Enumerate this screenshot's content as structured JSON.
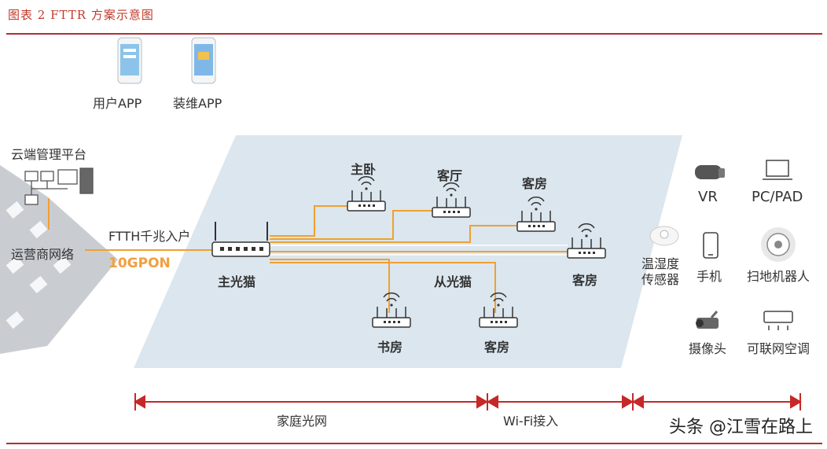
{
  "figure": {
    "title": "图表 2 FTTR 方案示意图"
  },
  "apps": {
    "user_app": "用户APP",
    "maint_app": "装维APP"
  },
  "network": {
    "cloud_platform": "云端管理平台",
    "operator_network": "运营商网络",
    "ftth": "FTTH千兆入户",
    "pon": "10GPON"
  },
  "home": {
    "main_ont": "主光猫",
    "sub_ont": "从光猫",
    "rooms": {
      "master_bedroom": "主卧",
      "living_room": "客厅",
      "guest_room_1": "客房",
      "guest_room_2": "客房",
      "study": "书房",
      "guest_room_3": "客房"
    }
  },
  "devices": {
    "vr": "VR",
    "pc_pad": "PC/PAD",
    "sensor_line1": "温湿度",
    "sensor_line2": "传感器",
    "phone": "手机",
    "robot_vacuum": "扫地机器人",
    "camera": "摄像头",
    "air_conditioner": "可联网空调"
  },
  "ranges": {
    "home_network": "家庭光网",
    "wifi_access": "Wi-Fi接入"
  },
  "watermark": "头条 @江雪在路上",
  "colors": {
    "accent_red": "#c0392b",
    "fiber_orange": "#f0a030",
    "home_area": "#dbe6ee"
  }
}
